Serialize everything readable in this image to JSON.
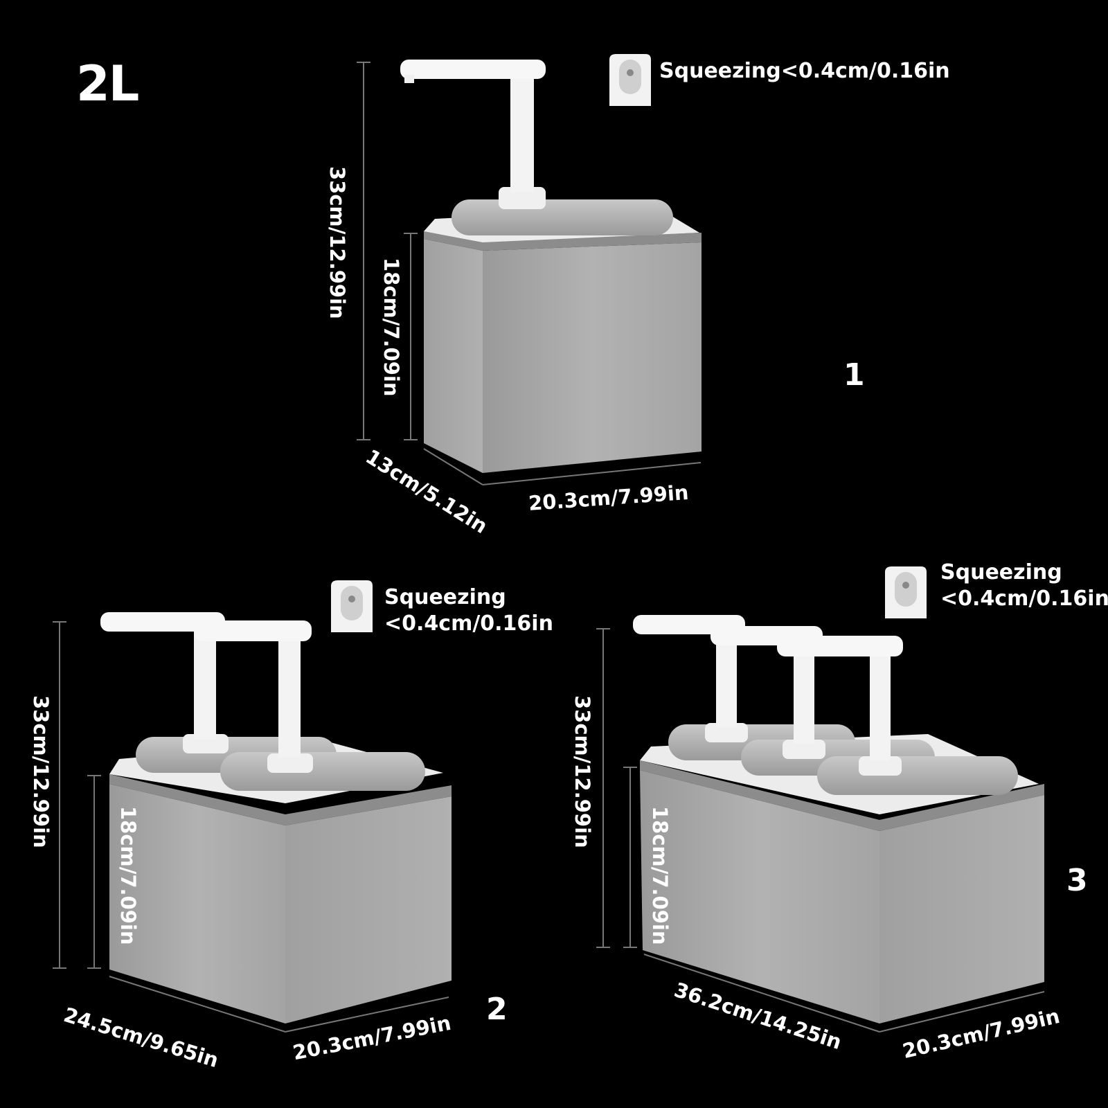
{
  "capacity": "2L",
  "colors": {
    "background": "#000000",
    "steel": "#a5a5a5",
    "pump": "#f2f2f2",
    "text": "#ffffff"
  },
  "products": [
    {
      "number": "1",
      "squeeze": "Squeezing<0.4cm/0.16in",
      "total_height": "33cm/12.99in",
      "body_height": "18cm/7.09in",
      "depth": "13cm/5.12in",
      "width": "20.3cm/7.99in"
    },
    {
      "number": "2",
      "squeeze_line1": "Squeezing",
      "squeeze_line2": "<0.4cm/0.16in",
      "total_height": "33cm/12.99in",
      "body_height": "18cm/7.09in",
      "length": "24.5cm/9.65in",
      "width": "20.3cm/7.99in"
    },
    {
      "number": "3",
      "squeeze_line1": "Squeezing",
      "squeeze_line2": "<0.4cm/0.16in",
      "total_height": "33cm/12.99in",
      "body_height": "18cm/7.09in",
      "length": "36.2cm/14.25in",
      "width": "20.3cm/7.99in"
    }
  ],
  "icons": {
    "nozzle": "nozzle-icon",
    "pump": "pump-icon"
  }
}
